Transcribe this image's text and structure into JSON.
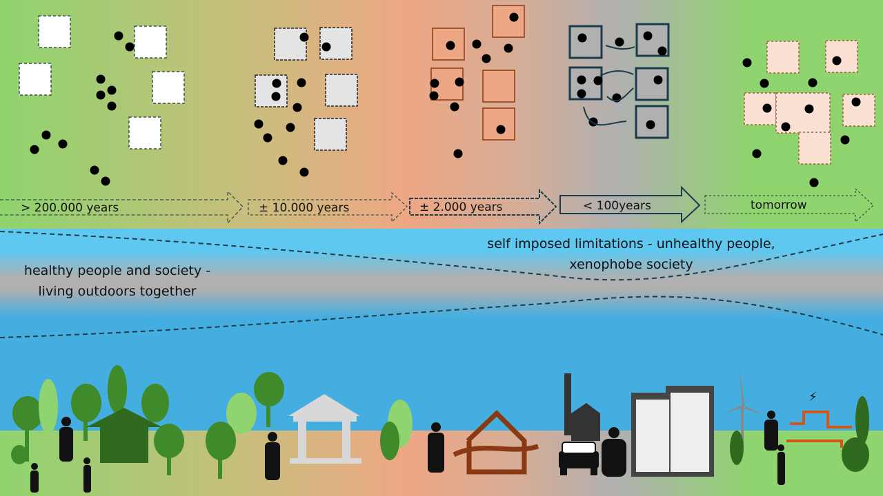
{
  "timeline": [
    {
      "label": "> 200.000 years"
    },
    {
      "label": "± 10.000 years"
    },
    {
      "label": "± 2.000 years"
    },
    {
      "label": "< 100years"
    },
    {
      "label": "tomorrow"
    }
  ],
  "captions": {
    "left_line1": "healthy people and society -",
    "left_line2": "living outdoors together",
    "right_line1": "self imposed limitations - unhealthy people,",
    "right_line2": "xenophobe society"
  },
  "colors": {
    "green": "#8fd46e",
    "olive": "#c8c07a",
    "salmon": "#eea784",
    "gray": "#b0b0b0",
    "sky": "#5ec8f0",
    "blue": "#45aee0",
    "tree_dark": "#3f8a2a",
    "tree_light": "#8fd46e",
    "rust": "#8a3a12"
  }
}
